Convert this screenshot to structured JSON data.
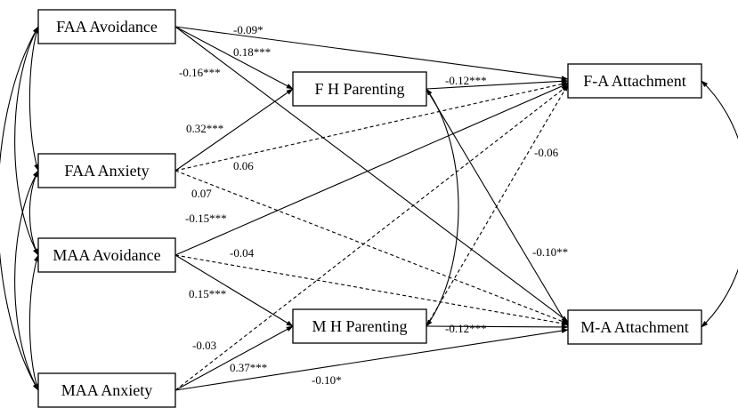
{
  "nodes": {
    "faa_avoidance": "FAA Avoidance",
    "faa_anxiety": "FAA Anxiety",
    "maa_avoidance": "MAA Avoidance",
    "maa_anxiety": "MAA Anxiety",
    "fh_parenting": "F H Parenting",
    "mh_parenting": "M H Parenting",
    "fa_attachment": "F-A Attachment",
    "ma_attachment": "M-A Attachment"
  },
  "paths": [
    {
      "from": "faa_avoidance",
      "to": "fa_attachment",
      "coef": "-0.09*",
      "significant": true
    },
    {
      "from": "faa_avoidance",
      "to": "fh_parenting",
      "coef": "0.18***",
      "significant": true
    },
    {
      "from": "faa_avoidance",
      "to": "ma_attachment",
      "coef": "-0.16***",
      "significant": true
    },
    {
      "from": "faa_anxiety",
      "to": "fh_parenting",
      "coef": "0.32***",
      "significant": true
    },
    {
      "from": "faa_anxiety",
      "to": "fa_attachment",
      "coef": "0.06",
      "significant": false
    },
    {
      "from": "faa_anxiety",
      "to": "ma_attachment",
      "coef": "0.07",
      "significant": false
    },
    {
      "from": "maa_avoidance",
      "to": "fa_attachment",
      "coef": "-0.15***",
      "significant": true
    },
    {
      "from": "maa_avoidance",
      "to": "ma_attachment",
      "coef": "-0.04",
      "significant": false
    },
    {
      "from": "maa_avoidance",
      "to": "mh_parenting",
      "coef": "0.15***",
      "significant": true
    },
    {
      "from": "maa_anxiety",
      "to": "fa_attachment",
      "coef": "-0.03",
      "significant": false
    },
    {
      "from": "maa_anxiety",
      "to": "mh_parenting",
      "coef": "0.37***",
      "significant": true
    },
    {
      "from": "maa_anxiety",
      "to": "ma_attachment",
      "coef": "-0.10*",
      "significant": true
    },
    {
      "from": "fh_parenting",
      "to": "fa_attachment",
      "coef": "-0.12***",
      "significant": true
    },
    {
      "from": "fh_parenting",
      "to": "ma_attachment",
      "coef": "-0.10**",
      "significant": true
    },
    {
      "from": "mh_parenting",
      "to": "fa_attachment",
      "coef": "-0.06",
      "significant": false
    },
    {
      "from": "mh_parenting",
      "to": "ma_attachment",
      "coef": "-0.12***",
      "significant": true
    }
  ],
  "correlations": [
    {
      "a": "faa_avoidance",
      "b": "faa_anxiety"
    },
    {
      "a": "faa_avoidance",
      "b": "maa_avoidance"
    },
    {
      "a": "faa_avoidance",
      "b": "maa_anxiety"
    },
    {
      "a": "faa_anxiety",
      "b": "maa_avoidance"
    },
    {
      "a": "faa_anxiety",
      "b": "maa_anxiety"
    },
    {
      "a": "maa_avoidance",
      "b": "maa_anxiety"
    },
    {
      "a": "fh_parenting",
      "b": "mh_parenting"
    },
    {
      "a": "fa_attachment",
      "b": "ma_attachment"
    }
  ]
}
